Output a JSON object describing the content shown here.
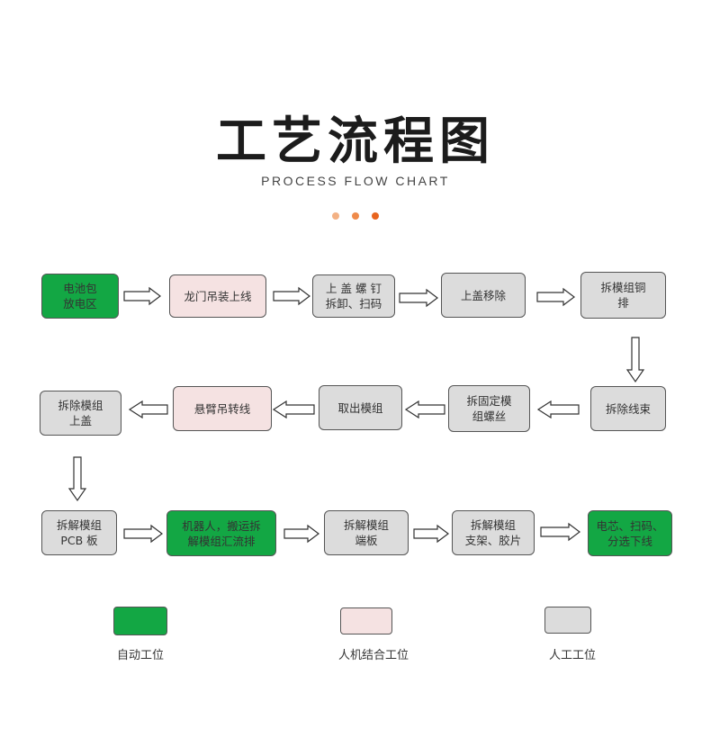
{
  "header": {
    "title": "工艺流程图",
    "subtitle": "PROCESS FLOW CHART"
  },
  "colors": {
    "auto": "#13a744",
    "human_machine": "#f5e2e2",
    "manual": "#dcdcdc",
    "dot_light": "#f3b184",
    "dot_mid": "#ef8a4a",
    "dot_dark": "#e8641e"
  },
  "steps": [
    {
      "text": "电池包\n放电区",
      "type": "auto"
    },
    {
      "text": "龙门吊装上线",
      "type": "human_machine"
    },
    {
      "text": "上 盖 螺 钉\n拆卸、扫码",
      "type": "manual"
    },
    {
      "text": "上盖移除",
      "type": "manual"
    },
    {
      "text": "拆模组铜\n排",
      "type": "manual"
    },
    {
      "text": "拆除线束",
      "type": "manual"
    },
    {
      "text": "拆固定模\n组螺丝",
      "type": "manual"
    },
    {
      "text": "取出模组",
      "type": "manual"
    },
    {
      "text": "悬臂吊转线",
      "type": "human_machine"
    },
    {
      "text": "拆除模组\n上盖",
      "type": "manual"
    },
    {
      "text": "拆解模组\nPCB 板",
      "type": "manual"
    },
    {
      "text": "机器人，搬运拆\n解模组汇流排",
      "type": "auto"
    },
    {
      "text": "拆解模组\n端板",
      "type": "manual"
    },
    {
      "text": "拆解模组\n支架、胶片",
      "type": "manual"
    },
    {
      "text": "电芯、扫码、\n分选下线",
      "type": "auto"
    }
  ],
  "legend": [
    {
      "label": "自动工位",
      "type": "auto"
    },
    {
      "label": "人机结合工位",
      "type": "human_machine"
    },
    {
      "label": "人工工位",
      "type": "manual"
    }
  ]
}
